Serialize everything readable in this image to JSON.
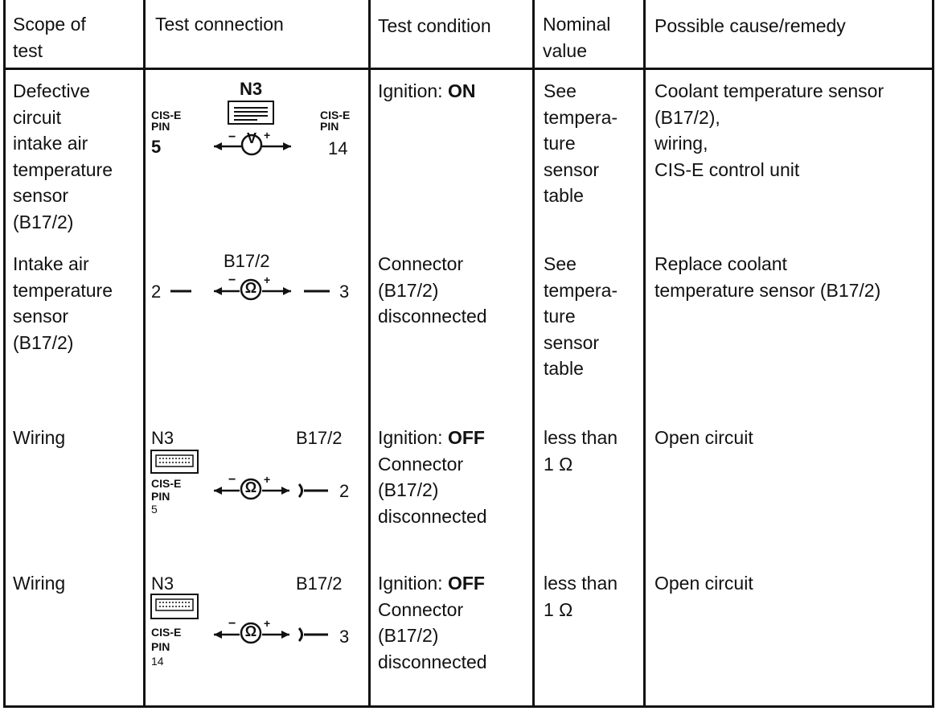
{
  "headers": {
    "scope": [
      "Scope of",
      "test"
    ],
    "connection": "Test connection",
    "condition": "Test condition",
    "nominal": [
      "Nominal",
      "value"
    ],
    "cause": "Possible cause/remedy"
  },
  "rows": [
    {
      "scope": [
        "Defective",
        "circuit",
        "intake air",
        "temperature",
        "sensor",
        "(B17/2)"
      ],
      "diagram": {
        "top_label": "N3",
        "left_pin": [
          "CIS-E",
          "PIN",
          "5"
        ],
        "right_pin": [
          "CIS-E",
          "PIN",
          "14"
        ],
        "meter": "V",
        "minus": "−",
        "plus": "+"
      },
      "condition": {
        "label": "Ignition:",
        "state": "ON"
      },
      "nominal": [
        "See",
        "tempera-",
        "ture",
        "sensor",
        "table"
      ],
      "cause": [
        "Coolant temperature sensor",
        "(B17/2),",
        "wiring,",
        "CIS-E control unit"
      ]
    },
    {
      "scope": [
        "Intake air",
        "temperature",
        "sensor",
        "(B17/2)"
      ],
      "diagram": {
        "top_label": "B17/2",
        "left_num": "2",
        "right_num": "3",
        "meter": "Ω",
        "minus": "−",
        "plus": "+"
      },
      "condition": [
        "Connector",
        "(B17/2)",
        "disconnected"
      ],
      "nominal": [
        "See",
        "tempera-",
        "ture",
        "sensor",
        "table"
      ],
      "cause": [
        "Replace coolant",
        "temperature sensor (B17/2)"
      ]
    },
    {
      "scope": [
        "Wiring"
      ],
      "diagram": {
        "left_label": "N3",
        "right_label": "B17/2",
        "pin": [
          "CIS-E",
          "PIN",
          "5"
        ],
        "num": "2",
        "meter": "Ω",
        "minus": "−",
        "plus": "+"
      },
      "condition": {
        "label": "Ignition:",
        "state": "OFF",
        "rest": [
          "Connector",
          "(B17/2)",
          "disconnected"
        ]
      },
      "nominal": [
        "less than",
        "1 Ω"
      ],
      "cause": [
        "Open circuit"
      ]
    },
    {
      "scope": [
        "Wiring"
      ],
      "diagram": {
        "left_label": "N3",
        "right_label": "B17/2",
        "pin": [
          "CIS-E",
          "PIN",
          "14"
        ],
        "num": "3",
        "meter": "Ω",
        "minus": "−",
        "plus": "+"
      },
      "condition": {
        "label": "Ignition:",
        "state": "OFF",
        "rest": [
          "Connector",
          "(B17/2)",
          "disconnected"
        ]
      },
      "nominal": [
        "less than",
        "1 Ω"
      ],
      "cause": [
        "Open circuit"
      ]
    }
  ]
}
